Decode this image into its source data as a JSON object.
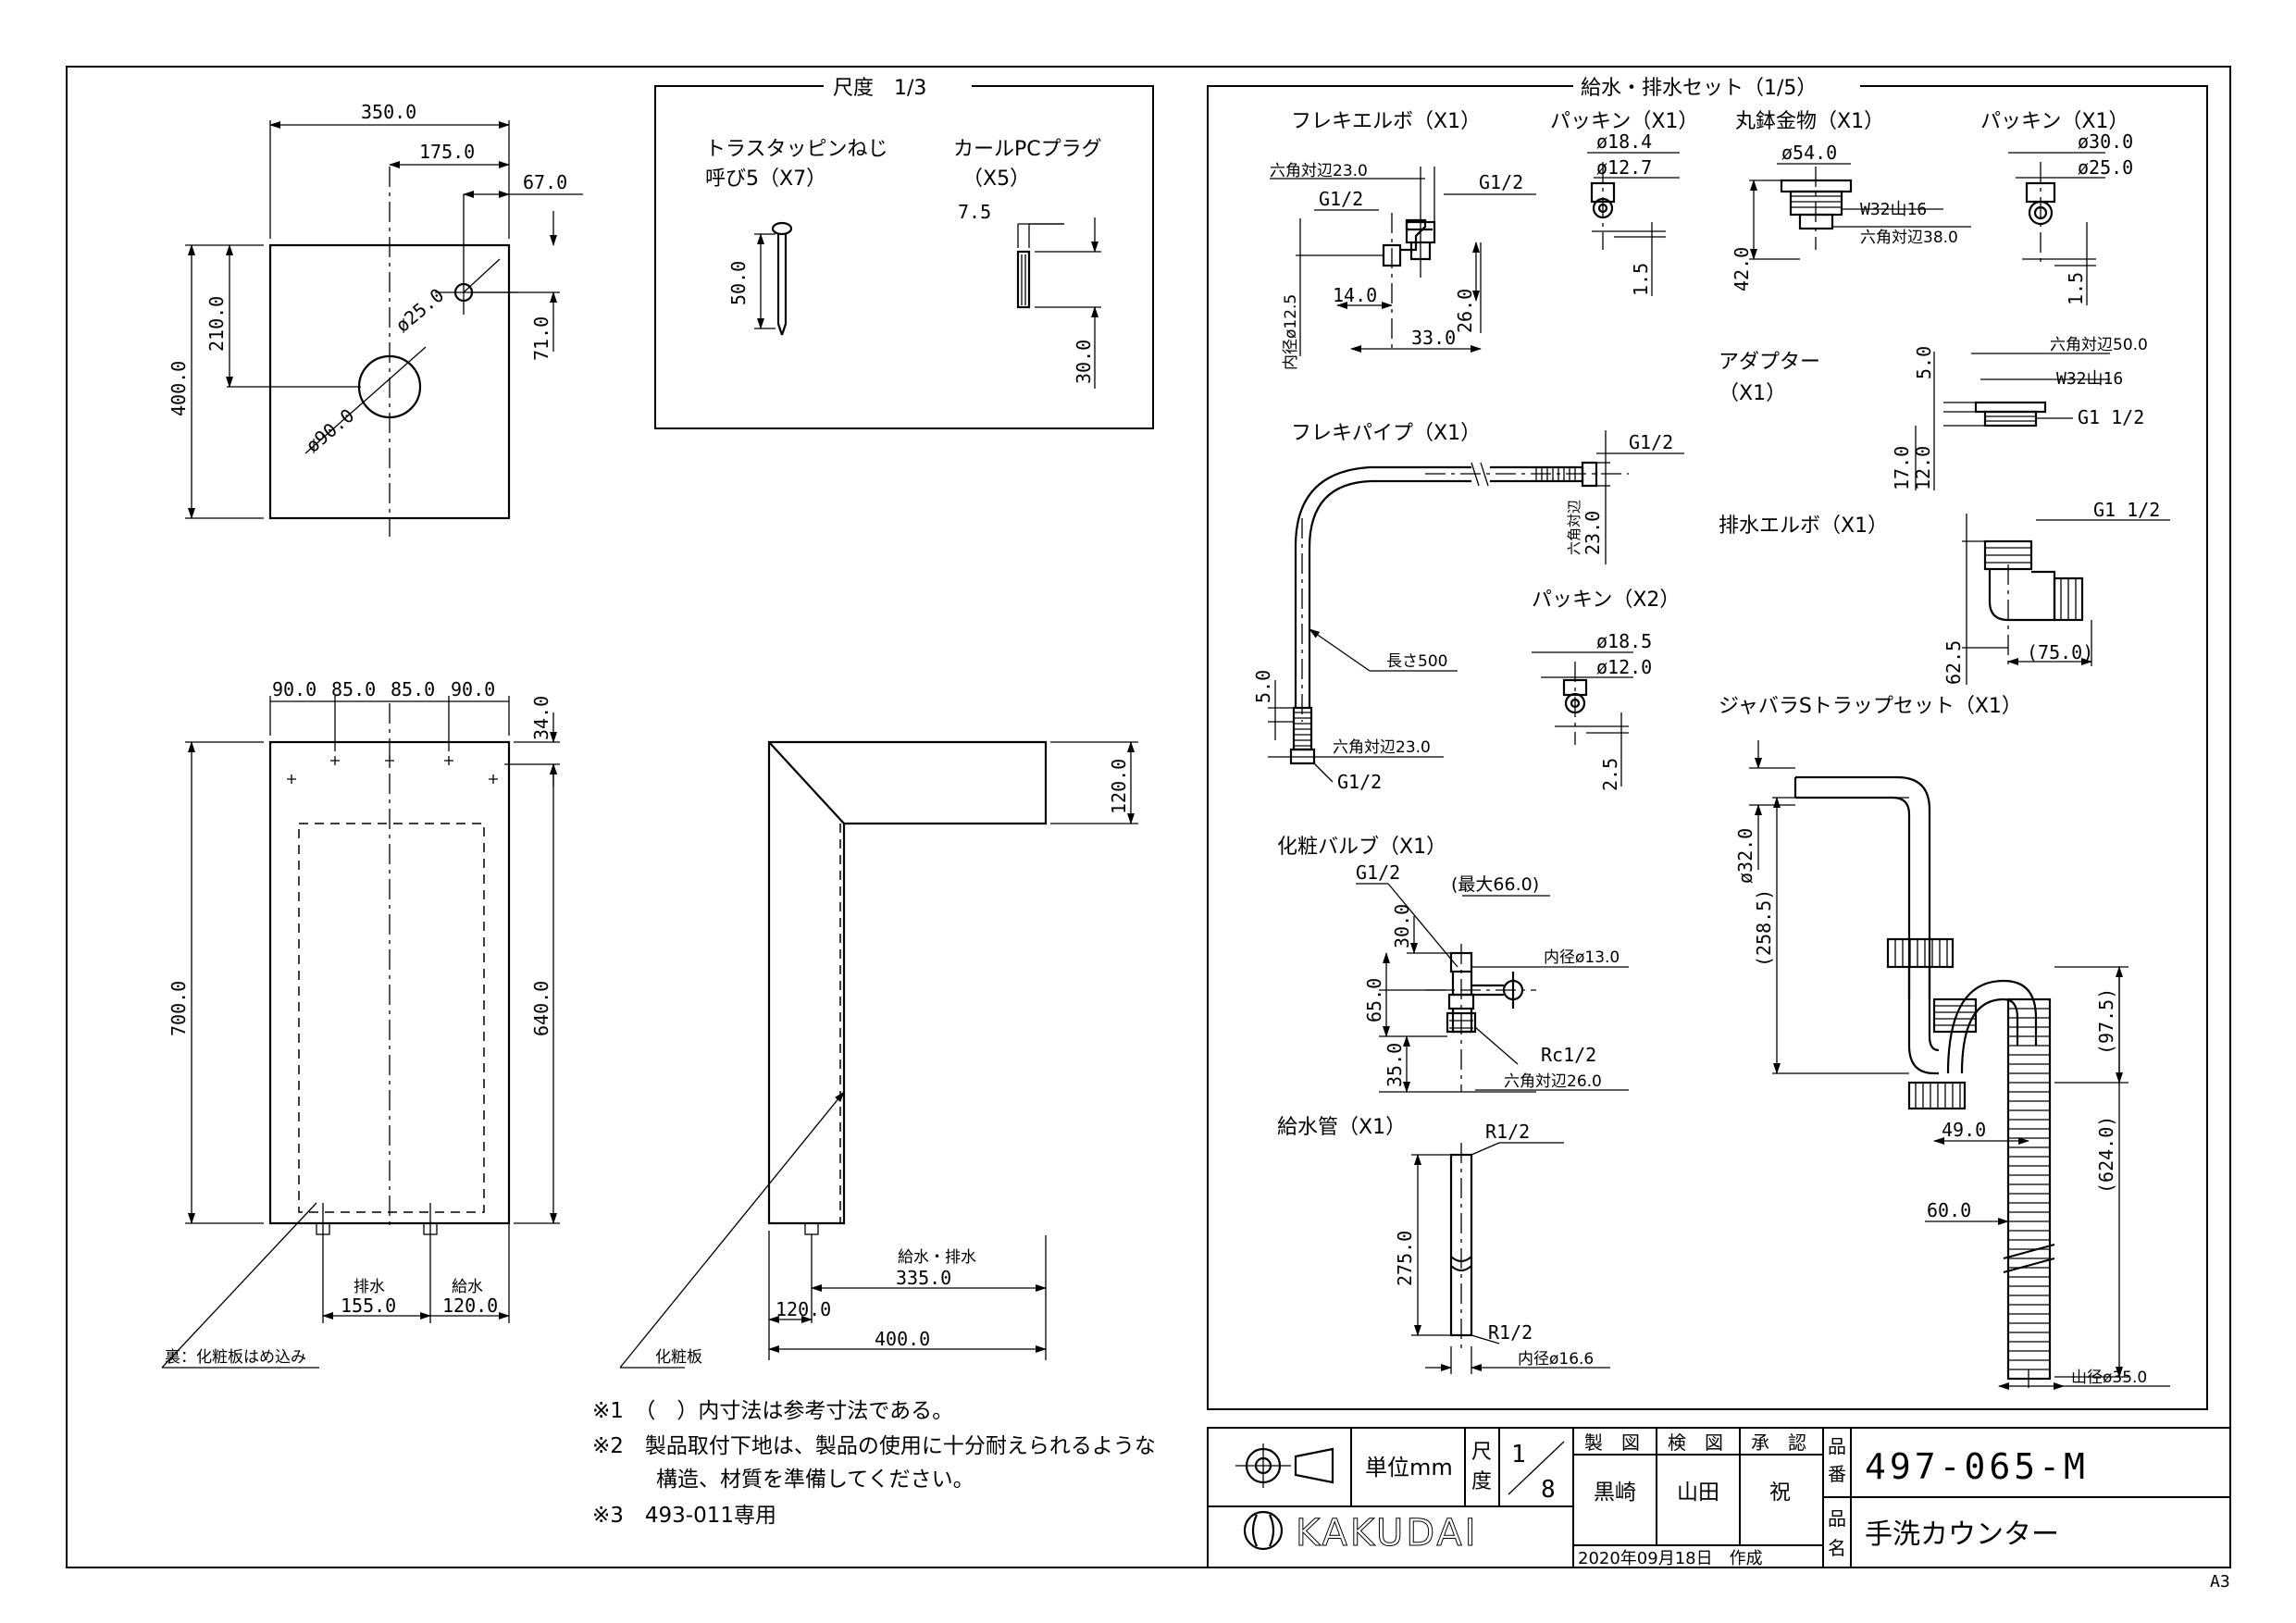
{
  "top_view": {
    "dims": [
      "350.0",
      "175.0",
      "67.0",
      "210.0",
      "400.0",
      "71.0",
      "ø25.0",
      "ø90.0"
    ]
  },
  "scale_box": {
    "title": "尺度　1/3",
    "screw_label_1": "トラスタッピンねじ",
    "screw_label_2": "呼び5（X7）",
    "screw_dim": "50.0",
    "plug_label_1": "カールPCプラグ",
    "plug_label_2": "（X5）",
    "plug_dims": [
      "7.5",
      "30.0"
    ]
  },
  "front_view": {
    "dims": [
      "90.0",
      "85.0",
      "85.0",
      "90.0",
      "34.0",
      "700.0",
      "640.0",
      "155.0",
      "120.0"
    ],
    "labels": [
      "排水",
      "給水",
      "裏：化粧板はめ込み"
    ]
  },
  "side_view": {
    "dims": [
      "120.0",
      "335.0",
      "120.0",
      "400.0"
    ],
    "labels": [
      "給水・排水",
      "化粧板"
    ]
  },
  "parts": {
    "title": "給水・排水セット（1/5）",
    "flexi_elbow": {
      "title": "フレキエルボ（X1）",
      "dims": [
        "六角対辺23.0",
        "G1/2",
        "G1/2",
        "内径ø12.5",
        "14.0",
        "26.0",
        "33.0"
      ]
    },
    "packing1": {
      "title": "パッキン（X1）",
      "dims": [
        "ø18.4",
        "ø12.7",
        "1.5"
      ]
    },
    "round_fitting": {
      "title": "丸鉢金物（X1）",
      "dims": [
        "ø54.0",
        "W32山16",
        "六角対辺38.0",
        "42.0"
      ]
    },
    "packing2": {
      "title": "パッキン（X1）",
      "dims": [
        "ø30.0",
        "ø25.0",
        "1.5"
      ]
    },
    "adapter": {
      "title_1": "アダプター",
      "title_2": "（X1）",
      "dims": [
        "5.0",
        "六角対辺50.0",
        "W32山16",
        "17.0",
        "12.0",
        "G1 1/2"
      ]
    },
    "flexi_pipe": {
      "title": "フレキパイプ（X1）",
      "dims": [
        "G1/2",
        "六角対辺",
        "23.0",
        "長さ500",
        "5.0",
        "六角対辺23.0",
        "G1/2"
      ]
    },
    "packing3": {
      "title": "パッキン（X2）",
      "dims": [
        "ø18.5",
        "ø12.0",
        "2.5"
      ]
    },
    "drain_elbow": {
      "title": "排水エルボ（X1）",
      "dims": [
        "G1 1/2",
        "62.5",
        "(75.0)"
      ]
    },
    "s_trap": {
      "title": "ジャバラSトラップセット（X1）",
      "dims": [
        "ø32.0",
        "(258.5)",
        "(97.5)",
        "49.0",
        "60.0",
        "(624.0)",
        "山径ø35.0"
      ]
    },
    "valve": {
      "title": "化粧バルブ（X1）",
      "dims": [
        "G1/2",
        "(最大66.0)",
        "30.0",
        "内径ø13.0",
        "65.0",
        "35.0",
        "Rc1/2",
        "六角対辺26.0"
      ]
    },
    "supply_pipe": {
      "title": "給水管（X1）",
      "dims": [
        "R1/2",
        "275.0",
        "R1/2",
        "内径ø16.6"
      ]
    }
  },
  "notes": [
    "※1　（　）内寸法は参考寸法である。",
    "※2　製品取付下地は、製品の使用に十分耐えられるような",
    "　　　構造、材質を準備してください。",
    "※3　493-011専用"
  ],
  "title_block": {
    "unit": "単位mm",
    "scale_label": "尺度",
    "scale_num": "1",
    "scale_den": "8",
    "roles": [
      "製　図",
      "検　図",
      "承　認"
    ],
    "names": [
      "黒崎",
      "山田",
      "祝"
    ],
    "date": "2020年09月18日　作成",
    "part_no_label": "品番",
    "part_no": "497-065-M",
    "part_name_label": "品名",
    "part_name": "手洗カウンター",
    "brand": "KAKUDAI"
  },
  "sheet_size": "A3"
}
